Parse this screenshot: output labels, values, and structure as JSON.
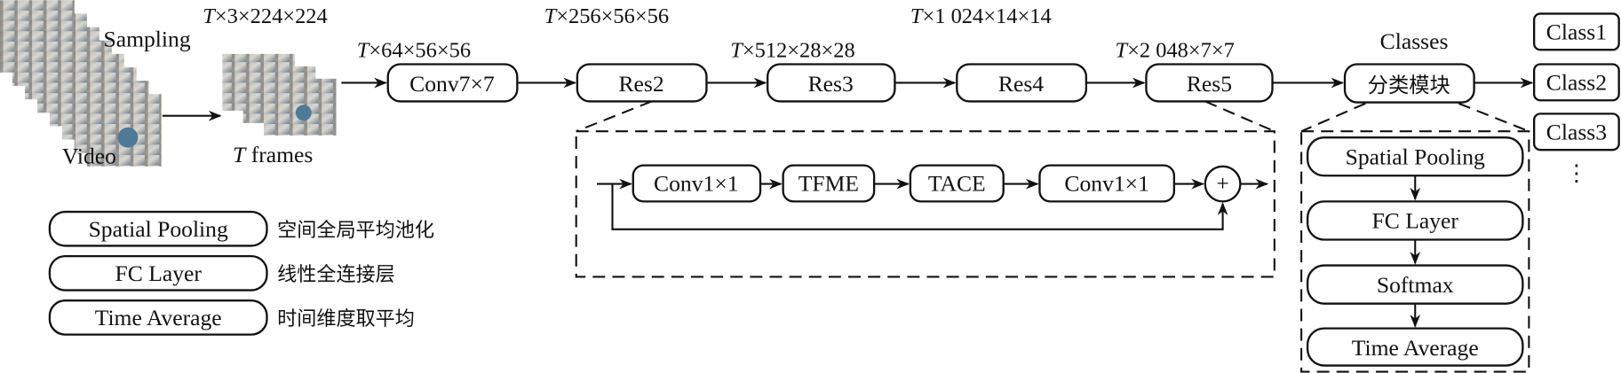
{
  "input": {
    "sampling": "Sampling",
    "video": "Video",
    "frames": "frames",
    "T": "T"
  },
  "dims": {
    "d0": "×3×224×224",
    "d1": "×64×56×56",
    "d2": "×256×56×56",
    "d3": "×512×28×28",
    "d4": "×1 024×14×14",
    "d5": "×2 048×7×7"
  },
  "blocks": {
    "conv7": "Conv7×7",
    "res2": "Res2",
    "res3": "Res3",
    "res4": "Res4",
    "res5": "Res5",
    "classifier": "分类模块"
  },
  "classes": {
    "title": "Classes",
    "items": [
      "Class1",
      "Class2",
      "Class3"
    ],
    "more": "⋮"
  },
  "res_detail": {
    "conv_a": "Conv1×1",
    "tfme": "TFME",
    "tace": "TACE",
    "conv_b": "Conv1×1",
    "add": "+"
  },
  "cls_detail": [
    "Spatial Pooling",
    "FC Layer",
    "Softmax",
    "Time Average"
  ],
  "legend": [
    {
      "term": "Spatial Pooling",
      "desc": "空间全局平均池化"
    },
    {
      "term": "FC Layer",
      "desc": "线性全连接层"
    },
    {
      "term": "Time Average",
      "desc": "时间维度取平均"
    }
  ]
}
